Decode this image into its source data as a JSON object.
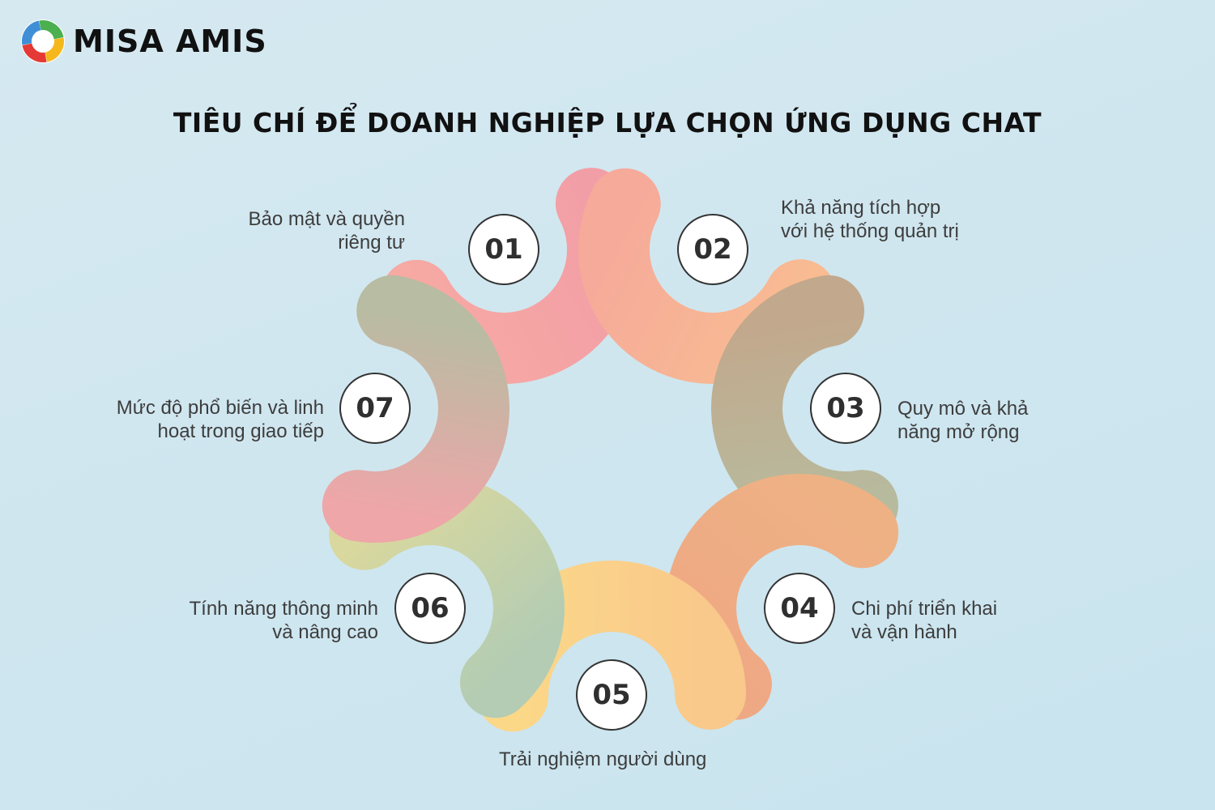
{
  "brand": {
    "name": "MISA AMIS"
  },
  "title": "TIÊU CHÍ ĐỂ DOANH NGHIỆP LỰA CHỌN ỨNG DỤNG CHAT",
  "criteria": [
    {
      "number": "01",
      "label": "Bảo mật và quyền\nriêng tư",
      "colors": [
        "#f29ea6",
        "#f7a9a3"
      ]
    },
    {
      "number": "02",
      "label": "Khả năng tích hợp\nvới hệ thống quản trị",
      "colors": [
        "#f8bb92",
        "#f6aa9a"
      ]
    },
    {
      "number": "03",
      "label": "Quy mô và khả\nnăng mở rộng",
      "colors": [
        "#b7bb9e",
        "#c2a88c"
      ]
    },
    {
      "number": "04",
      "label": "Chi phí triển khai\nvà vận hành",
      "colors": [
        "#efa884",
        "#eeb184"
      ]
    },
    {
      "number": "05",
      "label": "Trải nghiệm người dùng",
      "colors": [
        "#fbd888",
        "#f9c88b"
      ]
    },
    {
      "number": "06",
      "label": "Tính năng thông minh\nvà nâng cao",
      "colors": [
        "#d9d89e",
        "#b3ccb3"
      ]
    },
    {
      "number": "07",
      "label": "Mức độ phổ biến và linh\nhoạt trong giao tiếp",
      "colors": [
        "#b7bca2",
        "#eea6a8"
      ]
    }
  ]
}
